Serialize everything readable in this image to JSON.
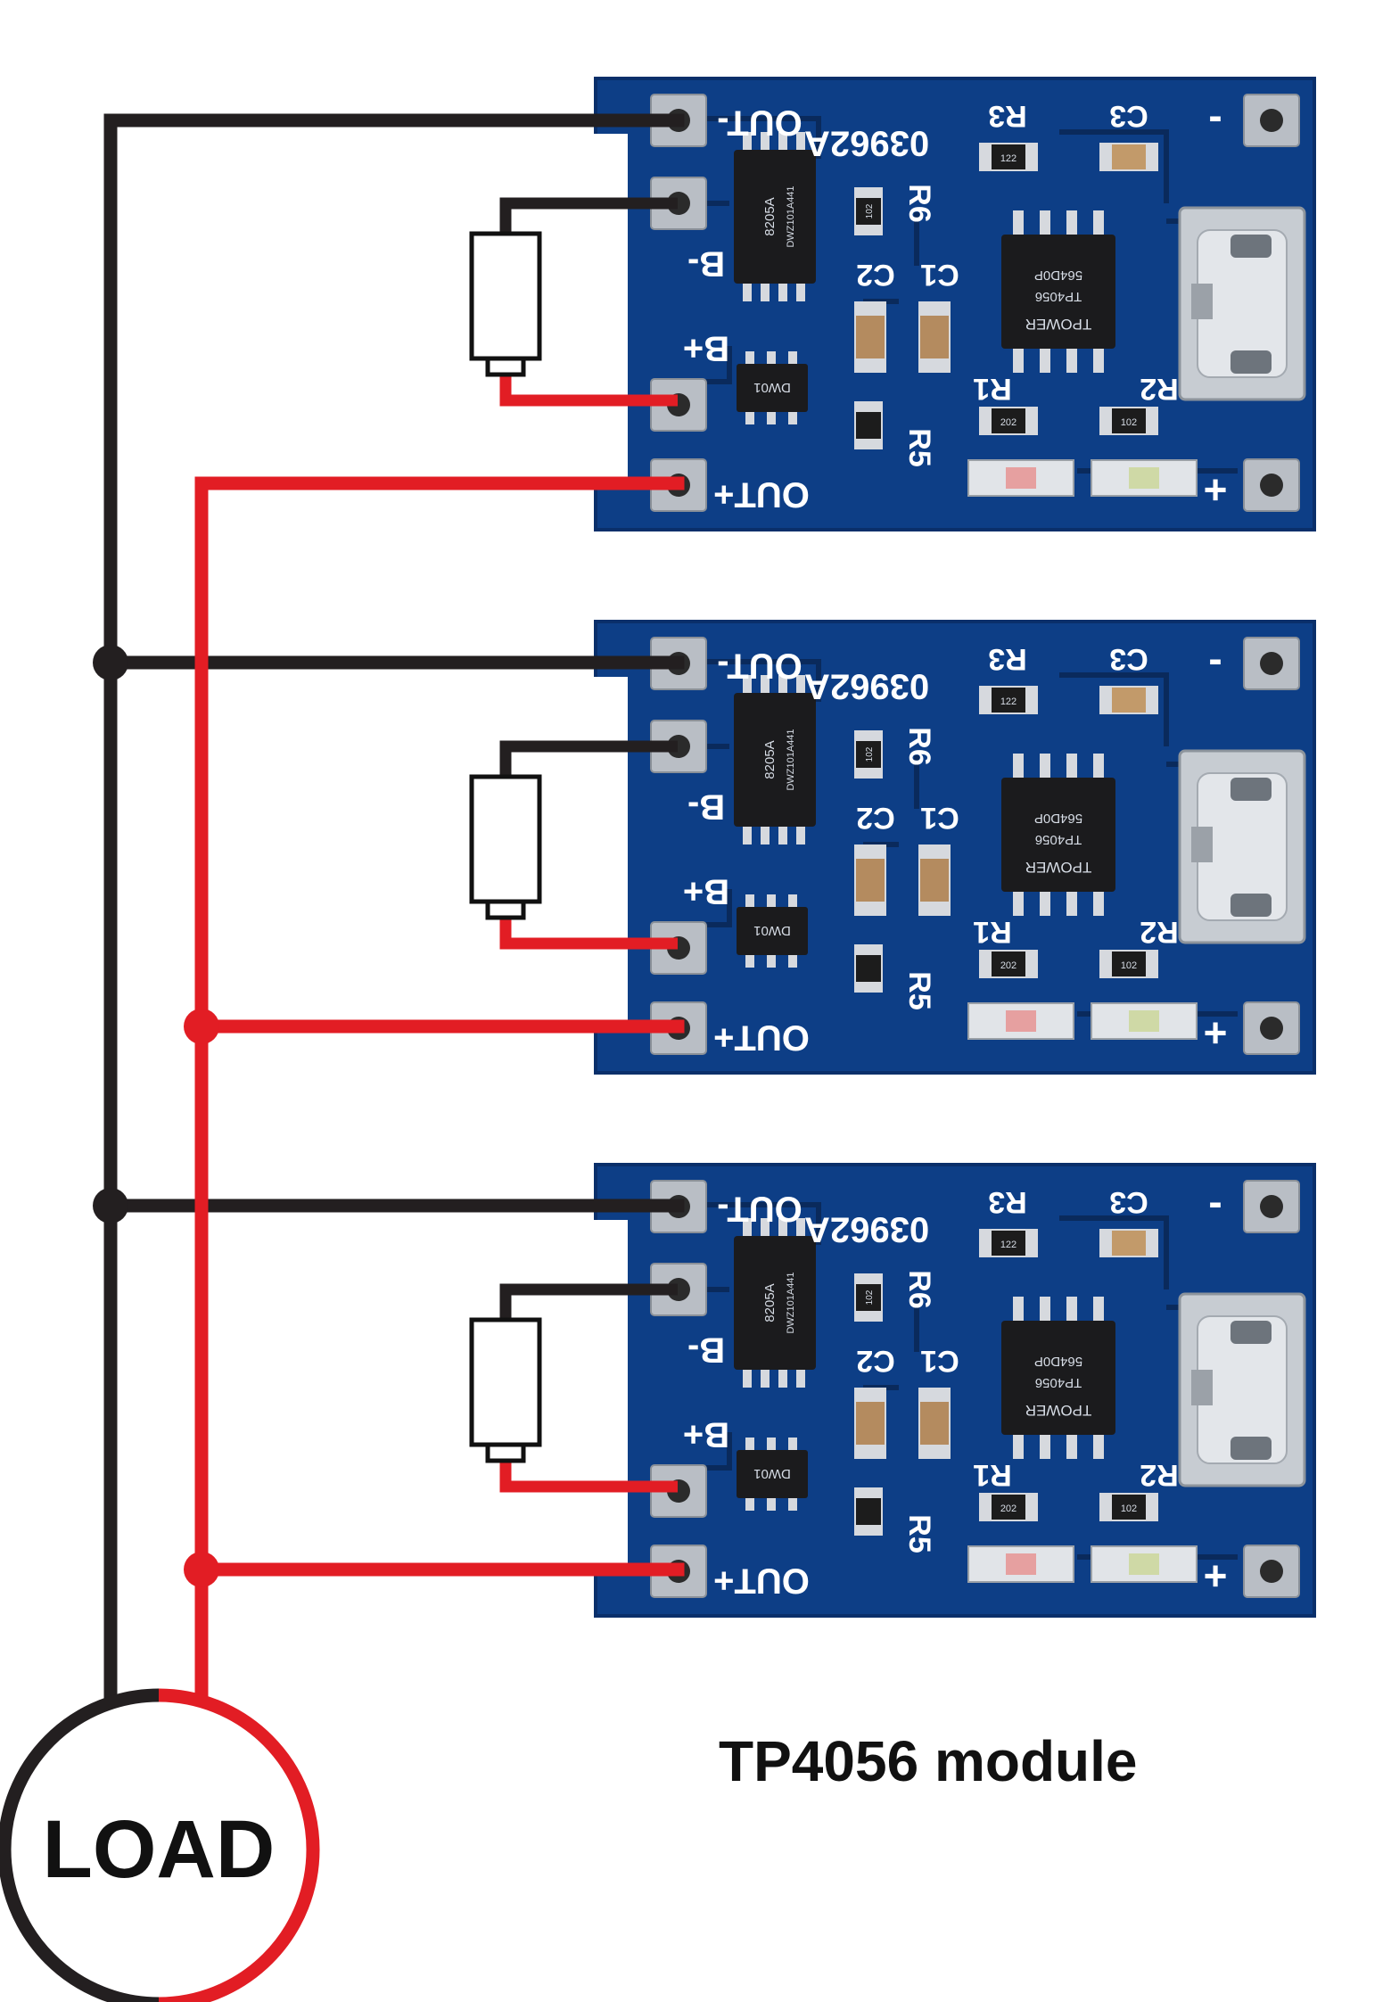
{
  "caption": "TP4056 module",
  "load_label": "LOAD",
  "wire_colors": {
    "positive": "#e21d24",
    "negative": "#231f20"
  },
  "board_color": "#0d3e86",
  "modules": [
    {
      "pins": {
        "out_minus": "OUT-",
        "b_minus": "B-",
        "b_plus": "B+",
        "out_plus": "OUT+",
        "minus": "-",
        "plus": "+"
      },
      "refs": [
        "R3",
        "C3",
        "R6",
        "C2",
        "C1",
        "R1",
        "R2",
        "R5"
      ],
      "board_code": "03962A",
      "chips": {
        "protection": "8205A",
        "charger": "TP4056",
        "charger_brand": "TPOWER",
        "charger_code": "564D0P",
        "fet": "DW01"
      },
      "resistor_codes": [
        "122",
        "102",
        "202",
        "102"
      ]
    },
    {
      "pins": {
        "out_minus": "OUT-",
        "b_minus": "B-",
        "b_plus": "B+",
        "out_plus": "OUT+",
        "minus": "-",
        "plus": "+"
      },
      "refs": [
        "R3",
        "C3",
        "R6",
        "C2",
        "C1",
        "R1",
        "R2",
        "R5"
      ],
      "board_code": "03962A",
      "chips": {
        "protection": "8205A",
        "charger": "TP4056",
        "charger_brand": "TPOWER",
        "charger_code": "564D0P",
        "fet": "DW01"
      },
      "resistor_codes": [
        "122",
        "102",
        "202",
        "102"
      ]
    },
    {
      "pins": {
        "out_minus": "OUT-",
        "b_minus": "B-",
        "b_plus": "B+",
        "out_plus": "OUT+",
        "minus": "-",
        "plus": "+"
      },
      "refs": [
        "R3",
        "C3",
        "R6",
        "C2",
        "C1",
        "R1",
        "R2",
        "R5"
      ],
      "board_code": "03962A",
      "chips": {
        "protection": "8205A",
        "charger": "TP4056",
        "charger_brand": "TPOWER",
        "charger_code": "564D0P",
        "fet": "DW01"
      },
      "resistor_codes": [
        "122",
        "102",
        "202",
        "102"
      ]
    }
  ]
}
